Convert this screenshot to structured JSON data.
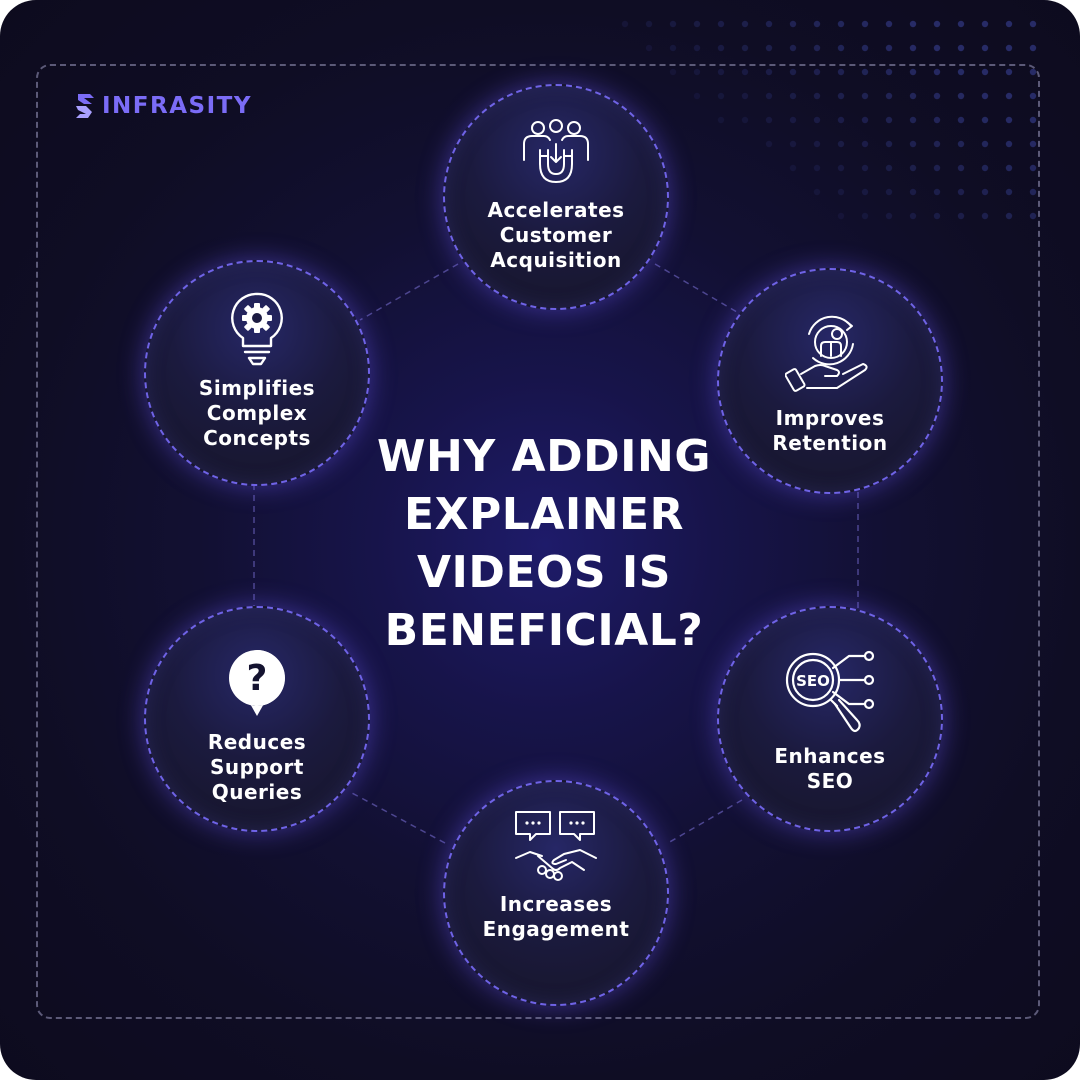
{
  "brand": {
    "name": "INFRASITY",
    "color": "#7b6cf6"
  },
  "title": {
    "lines": [
      "WHY ADDING",
      "EXPLAINER",
      "VIDEOS IS",
      "BENEFICIAL?"
    ]
  },
  "nodes": [
    {
      "lines": [
        "Accelerates",
        "Customer",
        "Acquisition"
      ],
      "icon": "customer-magnet-icon"
    },
    {
      "lines": [
        "Improves",
        "Retention"
      ],
      "icon": "hand-retention-icon"
    },
    {
      "lines": [
        "Enhances",
        "SEO"
      ],
      "icon": "seo-magnifier-icon",
      "icon_text": "SEO"
    },
    {
      "lines": [
        "Increases",
        "Engagement"
      ],
      "icon": "handshake-chat-icon"
    },
    {
      "lines": [
        "Reduces",
        "Support",
        "Queries"
      ],
      "icon": "question-bubble-icon",
      "icon_text": "?"
    },
    {
      "lines": [
        "Simplifies",
        "Complex",
        "Concepts"
      ],
      "icon": "lightbulb-gear-icon"
    }
  ],
  "colors": {
    "accent": "#6f63e6",
    "background": "#0f0d24",
    "text": "#ffffff"
  }
}
